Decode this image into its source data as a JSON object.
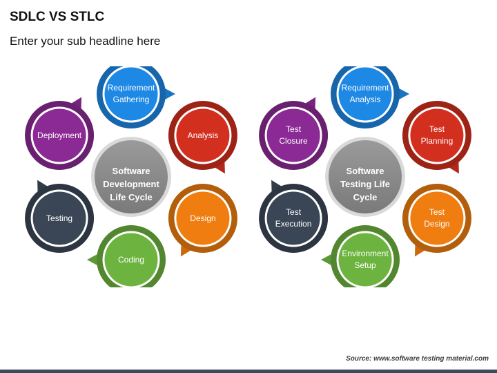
{
  "header": {
    "title": "SDLC VS STLC",
    "subtitle": "Enter your sub headline here"
  },
  "footer": {
    "source": "Source: www.software testing material.com"
  },
  "colors": {
    "blue": "#1e88e5",
    "red": "#d32f1f",
    "orange": "#ef7d0f",
    "green": "#6db33f",
    "navy": "#3a4656",
    "purple": "#8b2a94",
    "gray": "#8a8a8a"
  },
  "sdlc": {
    "center": "Software\nDevelopment\nLife Cycle",
    "nodes": [
      {
        "label": "Requirement\nGathering",
        "color": "blue"
      },
      {
        "label": "Analysis",
        "color": "red"
      },
      {
        "label": "Design",
        "color": "orange"
      },
      {
        "label": "Coding",
        "color": "green"
      },
      {
        "label": "Testing",
        "color": "navy"
      },
      {
        "label": "Deployment",
        "color": "purple"
      }
    ]
  },
  "stlc": {
    "center": "Software\nTesting Life\nCycle",
    "nodes": [
      {
        "label": "Requirement\nAnalysis",
        "color": "blue"
      },
      {
        "label": "Test\nPlanning",
        "color": "red"
      },
      {
        "label": "Test\nDesign",
        "color": "orange"
      },
      {
        "label": "Environment\nSetup",
        "color": "green"
      },
      {
        "label": "Test\nExecution",
        "color": "navy"
      },
      {
        "label": "Test\nClosure",
        "color": "purple"
      }
    ]
  }
}
